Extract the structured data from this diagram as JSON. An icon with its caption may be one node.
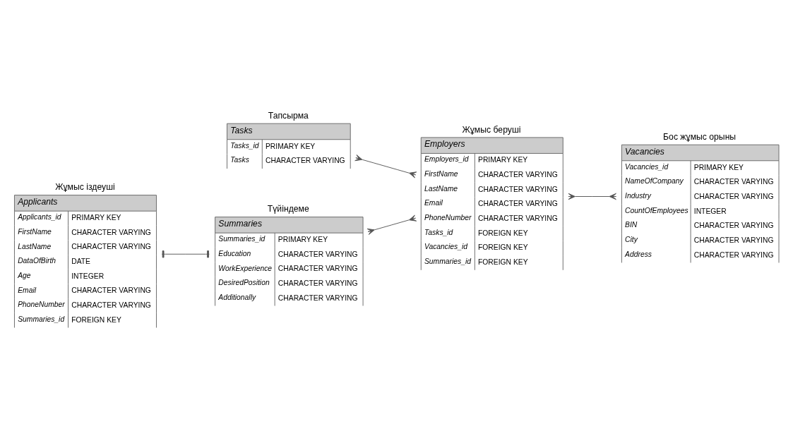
{
  "diagram": {
    "nodes": [
      {
        "text": [
          "Тапсырма",
          "Tasks",
          "Tasks_id",
          "PRIMARY KEY",
          "Tasks",
          "CHARACTER VARYING"
        ]
      },
      {
        "text": [
          "Жұмыс беруші",
          "Employers",
          "Employers_id",
          "PRIMARY KEY",
          "FirstName",
          "CHARACTER VARYING",
          "LastName",
          "CHARACTER VARYING",
          "Email",
          "CHARACTER VARYING",
          "PhoneNumber",
          "CHARACTER VARYING",
          "Tasks_id",
          "FOREIGN KEY",
          "Vacancies_id",
          "FOREIGN KEY",
          "Summaries_id",
          "FOREIGN KEY"
        ]
      },
      {
        "text": [
          "Жұмыс іздеуші",
          "Applicants",
          "Applicants_id",
          "PRIMARY KEY",
          "FirstName",
          "CHARACTER VARYING",
          "LastName",
          "CHARACTER VARYING",
          "DataOfBirth",
          "DATE",
          "Age",
          "INTEGER",
          "Email",
          "CHARACTER VARYING",
          "PhoneNumber",
          "CHARACTER VARYING",
          "Summaries_id",
          "FOREIGN KEY"
        ]
      },
      {
        "text": [
          "Түйіндеме",
          "Summaries",
          "Summaries_id",
          "PRIMARY KEY",
          "Education",
          "CHARACTER VARYING",
          "WorkExperience",
          "CHARACTER VARYING",
          "DesiredPosition",
          "CHARACTER VARYING",
          "Additionally",
          "CHARACTER VARYING"
        ]
      },
      {
        "text": [
          "Бос жұмыс орыны",
          "Vacancies",
          "Vacancies_id",
          "PRIMARY KEY",
          "NameOfCompany",
          "CHARACTER VARYING",
          "Industry",
          "CHARACTER VARYING",
          "CountOfEmployees",
          "INTEGER",
          "BIN",
          "CHARACTER VARYING",
          "City",
          "CHARACTER VARYING",
          "Address",
          "CHARACTER VARYING"
        ]
      }
    ],
    "edges": [
      {
        "from": 2,
        "to": 3,
        "arrow": "other"
      },
      {
        "from": 0,
        "to": 1,
        "arrow": "other"
      },
      {
        "from": 3,
        "to": 1,
        "arrow": "other"
      },
      {
        "from": 1,
        "to": 4,
        "arrow": "other"
      }
    ]
  }
}
